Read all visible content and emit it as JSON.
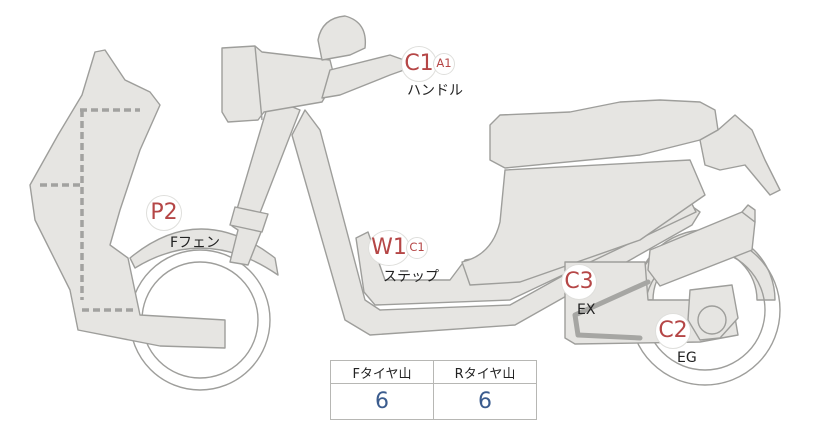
{
  "markers": {
    "handle": {
      "main": "C1",
      "sub": "A1",
      "label": "ハンドル"
    },
    "front_fender": {
      "main": "P2",
      "label": "Fフェン"
    },
    "step": {
      "main": "W1",
      "sub": "C1",
      "label": "ステップ"
    },
    "exhaust": {
      "main": "C3",
      "label": "EX"
    },
    "engine": {
      "main": "C2",
      "label": "EG"
    }
  },
  "tire_table": {
    "front_header": "Fタイヤ山",
    "rear_header": "Rタイヤ山",
    "front_value": "6",
    "rear_value": "6"
  }
}
